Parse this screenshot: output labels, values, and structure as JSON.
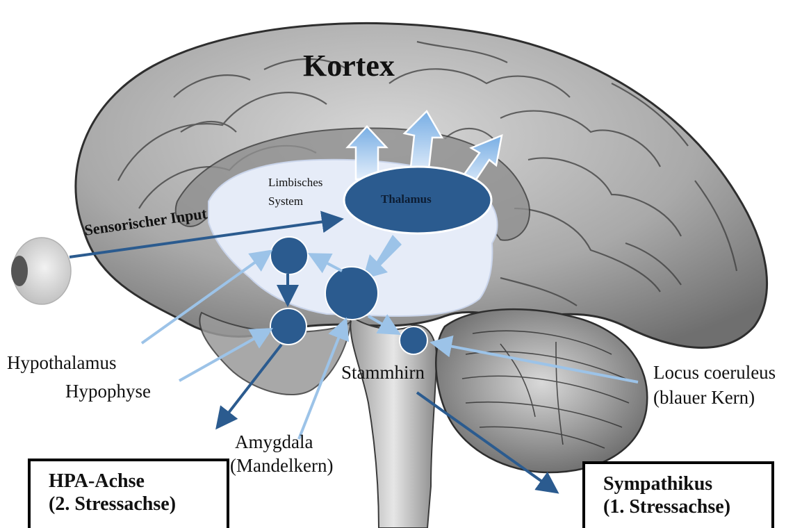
{
  "title": "Kortex",
  "limbic_label_line1": "Limbisches",
  "limbic_label_line2": "System",
  "thalamus": "Thalamus",
  "sensory_input": "Sensorischer Input",
  "hypothalamus": "Hypothalamus",
  "hypophyse": "Hypophyse",
  "amygdala_line1": "Amygdala",
  "amygdala_line2": "(Mandelkern)",
  "stammhirn": "Stammhirn",
  "locus_line1": "Locus coeruleus",
  "locus_line2": "(blauer Kern)",
  "hpa_box": {
    "line1": "HPA-Achse",
    "line2": "(2. Stressachse)"
  },
  "sympathikus_box": {
    "line1": "Sympathikus",
    "line2": "(1. Stressachse)"
  },
  "colors": {
    "dark_blue": "#2b5b8f",
    "light_blue": "#9cc3e8",
    "limbic_fill": "#e6ecf8",
    "brain_gray": "#b9b9b9"
  }
}
